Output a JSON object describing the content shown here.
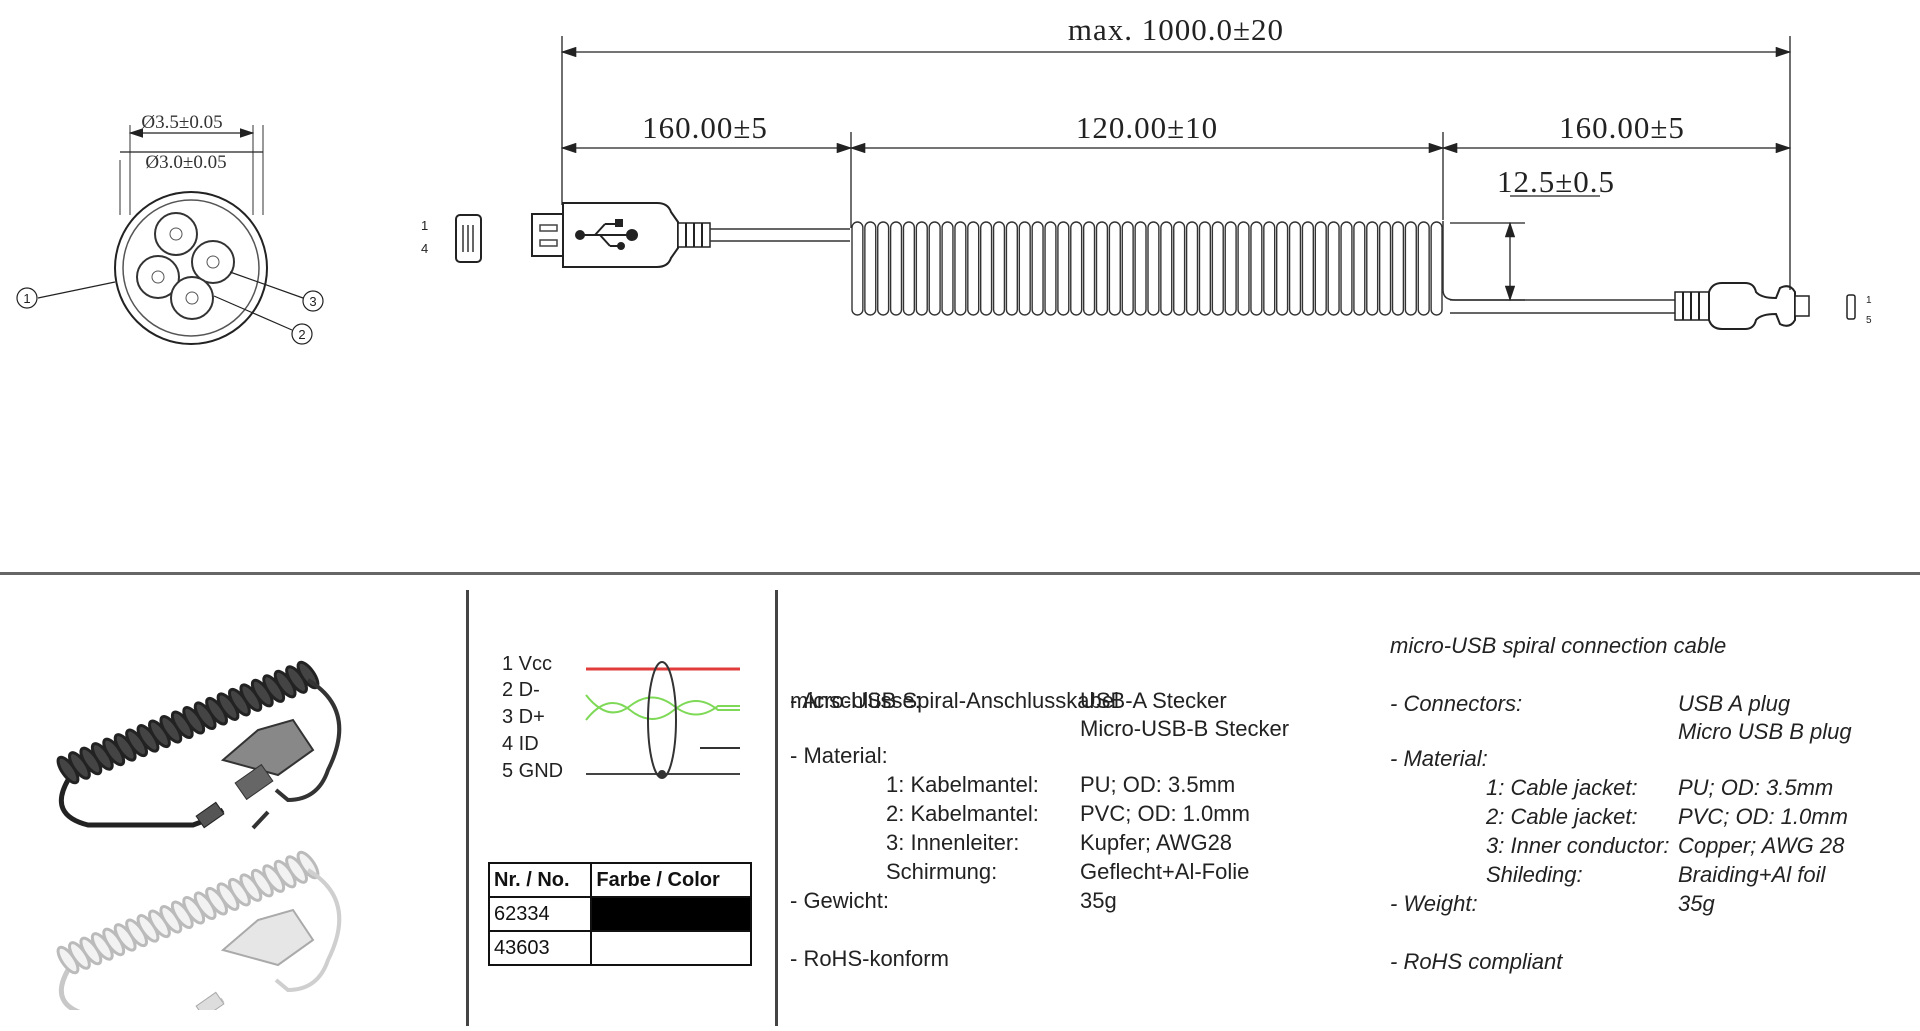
{
  "drawing": {
    "overall_length": "max. 1000.0±20",
    "left_section": "160.00±5",
    "coil_section": "120.00±10",
    "right_section": "160.00±5",
    "coil_diameter": "12.5±0.5",
    "cross_section": {
      "outer_diameter": "Ø3.5±0.05",
      "inner_diameter": "Ø3.0±0.05",
      "callouts": [
        "1",
        "2",
        "3"
      ]
    },
    "usb_a_pins": [
      "1",
      "4"
    ],
    "micro_b_pins": [
      "1",
      "5"
    ]
  },
  "wiring": {
    "pins": [
      "1 Vcc",
      "2 D-",
      "3 D+",
      "4 ID",
      "5 GND"
    ],
    "colors": {
      "vcc": "#e23b3b",
      "data": "#7ed957",
      "gnd": "#444444"
    }
  },
  "color_table": {
    "headers": [
      "Nr. / No.",
      "Farbe / Color"
    ],
    "rows": [
      {
        "number": "62334",
        "color": "#000000"
      },
      {
        "number": "43603",
        "color": "#ffffff"
      }
    ]
  },
  "spec_de": {
    "title": "micro-USB Spiral-Anschlusskabel",
    "connectors_label": "- Anschlüsse:",
    "connectors_value_1": "USB-A Stecker",
    "connectors_value_2": "Micro-USB-B Stecker",
    "material_label": "- Material:",
    "material_rows": [
      {
        "label": "1: Kabelmantel:",
        "value": "PU; OD: 3.5mm"
      },
      {
        "label": "2: Kabelmantel:",
        "value": "PVC; OD: 1.0mm"
      },
      {
        "label": "3: Innenleiter:",
        "value": "Kupfer; AWG28"
      },
      {
        "label": "Schirmung:",
        "value": "Geflecht+Al-Folie"
      }
    ],
    "weight_label": "- Gewicht:",
    "weight_value": "35g",
    "rohs": "- RoHS-konform"
  },
  "spec_en": {
    "title": "micro-USB spiral connection cable",
    "connectors_label": "- Connectors:",
    "connectors_value_1": "USB A plug",
    "connectors_value_2": "Micro USB B plug",
    "material_label": "- Material:",
    "material_rows": [
      {
        "label": "1: Cable jacket:",
        "value": "PU; OD: 3.5mm"
      },
      {
        "label": "2: Cable jacket:",
        "value": "PVC; OD: 1.0mm"
      },
      {
        "label": "3: Inner conductor:",
        "value": "Copper; AWG 28"
      },
      {
        "label": "Shileding:",
        "value": "Braiding+Al foil"
      }
    ],
    "weight_label": "- Weight:",
    "weight_value": "35g",
    "rohs": "- RoHS compliant"
  }
}
